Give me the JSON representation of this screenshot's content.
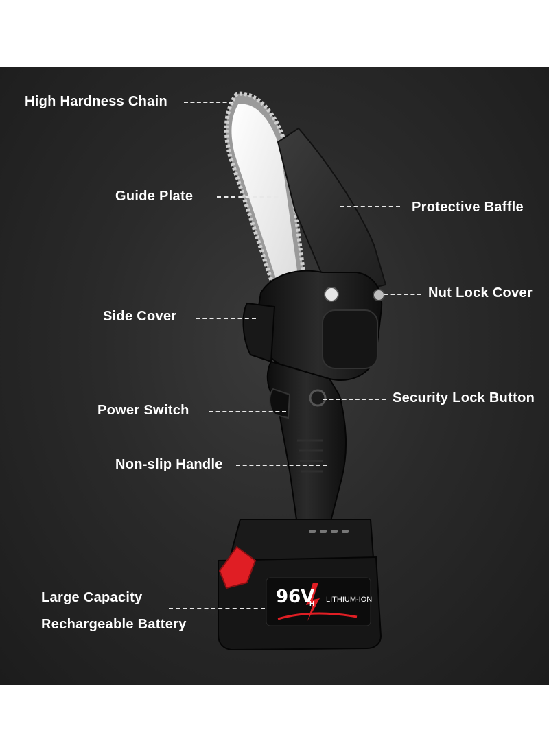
{
  "callouts": {
    "high_hardness_chain": "High Hardness Chain",
    "guide_plate": "Guide Plate",
    "protective_baffle": "Protective Baffle",
    "nut_lock_cover": "Nut Lock Cover",
    "side_cover": "Side Cover",
    "security_lock_button": "Security Lock Button",
    "power_switch": "Power Switch",
    "non_slip_handle": "Non-slip Handle",
    "battery_line1": "Large Capacity",
    "battery_line2": "Rechargeable Battery"
  },
  "battery": {
    "voltage": "96V",
    "voltage_suffix": "H",
    "type": "LITHIUM-ION",
    "accent_color": "#e01e24"
  }
}
